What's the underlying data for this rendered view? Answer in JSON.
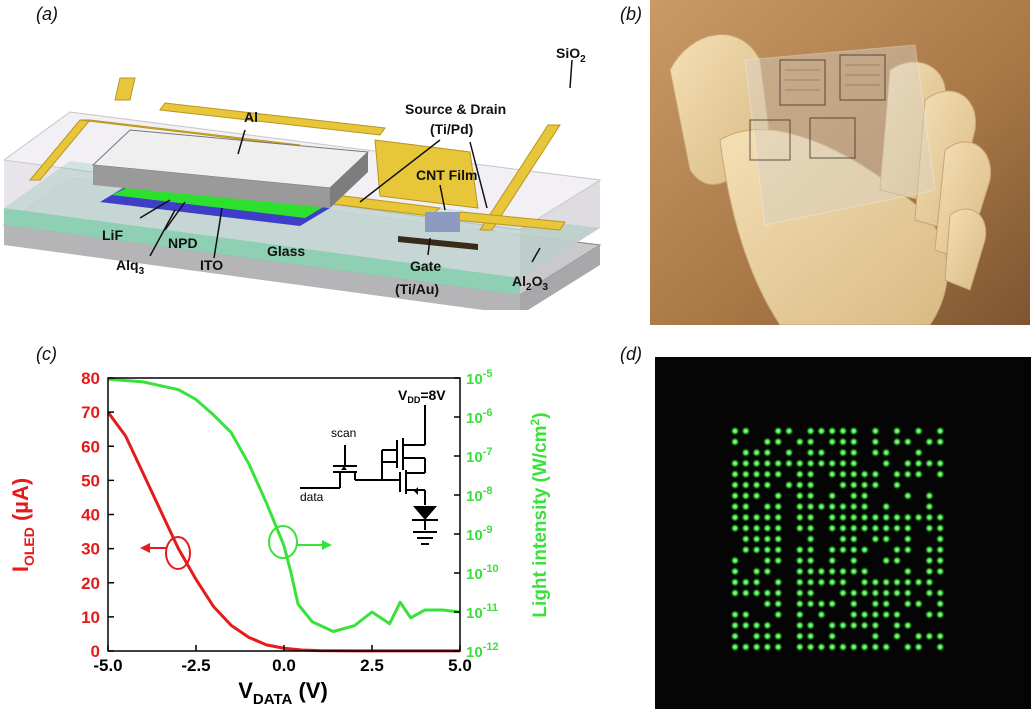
{
  "panels": {
    "a": {
      "label": "(a)",
      "layers": {
        "sio2": "SiO",
        "sio2_sub": "2",
        "al": "Al",
        "source_drain_line1": "Source & Drain",
        "source_drain_line2": "(Ti/Pd)",
        "cnt_film": "CNT Film",
        "lif": "LiF",
        "npd": "NPD",
        "alq": "Alq",
        "alq_sub": "3",
        "ito": "ITO",
        "glass": "Glass",
        "gate_line1": "Gate",
        "gate_line2": "(Ti/Au)",
        "al2o3_a": "Al",
        "al2o3_sub1": "2",
        "al2o3_b": "O",
        "al2o3_sub2": "3"
      }
    },
    "b": {
      "label": "(b)"
    },
    "c": {
      "label": "(c)",
      "circuit": {
        "vdd_prefix": "V",
        "vdd_sub": "DD",
        "vdd_suffix": "=8V",
        "scan": "scan",
        "data": "data"
      }
    },
    "d": {
      "label": "(d)"
    }
  },
  "chart_data": {
    "type": "line",
    "xlabel_main": "V",
    "xlabel_sub": "DATA",
    "xlabel_unit": " (V)",
    "ylabel_left_main": "I",
    "ylabel_left_sub": "OLED",
    "ylabel_left_unit": " (µA)",
    "ylabel_right": "Light intensity (W/cm",
    "ylabel_right_sup": "2",
    "ylabel_right_end": ")",
    "xlim": [
      -5.0,
      5.0
    ],
    "ylim_left": [
      0,
      80
    ],
    "ylim_right_log10": [
      -12,
      -5
    ],
    "x_ticks": [
      "-5.0",
      "-2.5",
      "0.0",
      "2.5",
      "5.0"
    ],
    "x_tick_values": [
      -5.0,
      -2.5,
      0.0,
      2.5,
      5.0
    ],
    "y_left_ticks": [
      "0",
      "10",
      "20",
      "30",
      "40",
      "50",
      "60",
      "70",
      "80"
    ],
    "y_left_tick_values": [
      0,
      10,
      20,
      30,
      40,
      50,
      60,
      70,
      80
    ],
    "y_right_tick_base": "10",
    "y_right_tick_exps": [
      "-12",
      "-11",
      "-10",
      "-9",
      "-8",
      "-7",
      "-6",
      "-5"
    ],
    "y_right_tick_values": [
      -12,
      -11,
      -10,
      -9,
      -8,
      -7,
      -6,
      -5
    ],
    "colors": {
      "current": "#e41b1b",
      "light": "#39e23a",
      "axis": "#000000"
    },
    "series": [
      {
        "axis": "left",
        "x": [
          -5.0,
          -4.5,
          -4.0,
          -3.5,
          -3.0,
          -2.5,
          -2.0,
          -1.5,
          -1.0,
          -0.5,
          0.0,
          0.5,
          1.0,
          2.0,
          3.0,
          4.0,
          5.0
        ],
        "y": [
          70,
          63,
          52,
          41,
          30,
          21,
          13,
          7.5,
          4.0,
          1.8,
          0.8,
          0.3,
          0.1,
          0.05,
          0.05,
          0.05,
          0.05
        ]
      },
      {
        "axis": "right",
        "x": [
          -5.0,
          -4.0,
          -3.0,
          -2.5,
          -2.0,
          -1.5,
          -1.0,
          -0.5,
          0.0,
          0.2,
          0.4,
          0.8,
          1.4,
          2.0,
          2.5,
          3.0,
          3.3,
          3.6,
          4.0,
          4.5,
          5.0
        ],
        "y_log10": [
          -5.03,
          -5.1,
          -5.3,
          -5.55,
          -5.95,
          -6.4,
          -7.2,
          -8.2,
          -9.3,
          -10.0,
          -10.8,
          -11.25,
          -11.5,
          -11.35,
          -11.0,
          -11.3,
          -10.75,
          -11.15,
          -10.95,
          -10.95,
          -11.0
        ]
      }
    ]
  }
}
